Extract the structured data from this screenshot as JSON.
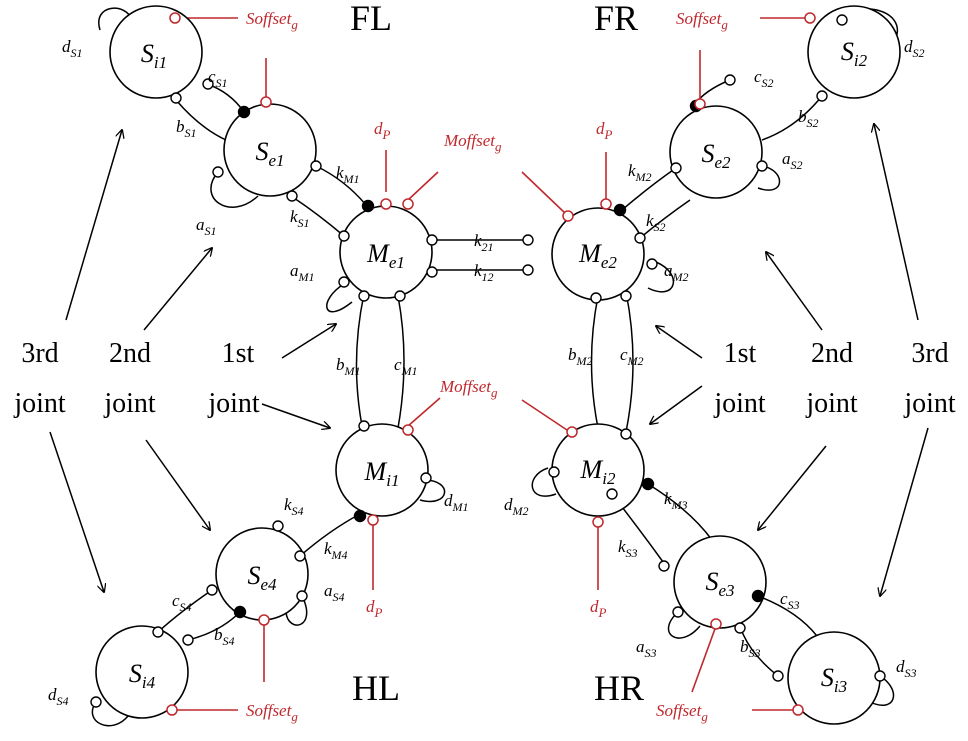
{
  "colors": {
    "ink": "#000000",
    "accent": "#c0282d"
  },
  "legs": {
    "fl": "FL",
    "fr": "FR",
    "hl": "HL",
    "hr": "HR"
  },
  "joints": {
    "first": [
      "1st",
      "joint"
    ],
    "second": [
      "2nd",
      "joint"
    ],
    "third": [
      "3rd",
      "joint"
    ]
  },
  "nodes": {
    "si1": [
      "S",
      "i1"
    ],
    "se1": [
      "S",
      "e1"
    ],
    "me1": [
      "M",
      "e1"
    ],
    "si2": [
      "S",
      "i2"
    ],
    "se2": [
      "S",
      "e2"
    ],
    "me2": [
      "M",
      "e2"
    ],
    "mi1": [
      "M",
      "i1"
    ],
    "se4": [
      "S",
      "e4"
    ],
    "si4": [
      "S",
      "i4"
    ],
    "mi2": [
      "M",
      "i2"
    ],
    "se3": [
      "S",
      "e3"
    ],
    "si3": [
      "S",
      "i3"
    ]
  },
  "params": {
    "soffset": [
      "Soffset",
      "g"
    ],
    "moffset": [
      "Moffset",
      "g"
    ],
    "dp": [
      "d",
      "P"
    ],
    "ds1": [
      "d",
      "S1"
    ],
    "cs1": [
      "c",
      "S1"
    ],
    "bs1": [
      "b",
      "S1"
    ],
    "as1": [
      "a",
      "S1"
    ],
    "ks1": [
      "k",
      "S1"
    ],
    "km1": [
      "k",
      "M1"
    ],
    "am1": [
      "a",
      "M1"
    ],
    "bm1": [
      "b",
      "M1"
    ],
    "cm1": [
      "c",
      "M1"
    ],
    "dm1": [
      "d",
      "M1"
    ],
    "ds2": [
      "d",
      "S2"
    ],
    "cs2": [
      "c",
      "S2"
    ],
    "bs2": [
      "b",
      "S2"
    ],
    "as2": [
      "a",
      "S2"
    ],
    "ks2": [
      "k",
      "S2"
    ],
    "km2": [
      "k",
      "M2"
    ],
    "am2": [
      "a",
      "M2"
    ],
    "bm2": [
      "b",
      "M2"
    ],
    "cm2": [
      "c",
      "M2"
    ],
    "dm2": [
      "d",
      "M2"
    ],
    "k21": [
      "k",
      "21"
    ],
    "k12": [
      "k",
      "12"
    ],
    "ks4": [
      "k",
      "S4"
    ],
    "km4": [
      "k",
      "M4"
    ],
    "as4": [
      "a",
      "S4"
    ],
    "bs4": [
      "b",
      "S4"
    ],
    "cs4": [
      "c",
      "S4"
    ],
    "ds4": [
      "d",
      "S4"
    ],
    "km3": [
      "k",
      "M3"
    ],
    "ks3": [
      "k",
      "S3"
    ],
    "cs3": [
      "c",
      "S3"
    ],
    "as3": [
      "a",
      "S3"
    ],
    "bs3": [
      "b",
      "S3"
    ],
    "ds3": [
      "d",
      "S3"
    ]
  }
}
